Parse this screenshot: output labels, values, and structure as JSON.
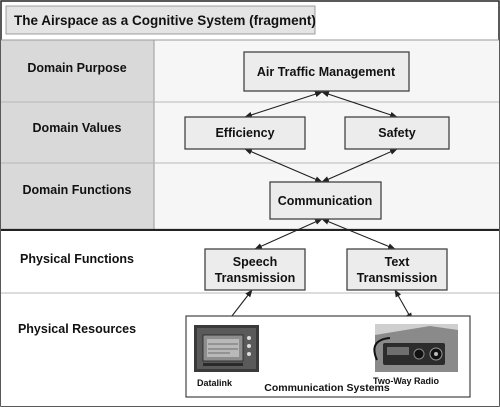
{
  "title": "The Airspace as a Cognitive System (fragment)",
  "levels": [
    {
      "id": "purpose",
      "label": "Domain Purpose"
    },
    {
      "id": "values",
      "label": "Domain Values"
    },
    {
      "id": "functions",
      "label": "Domain Functions"
    },
    {
      "id": "physical_functions",
      "label": "Physical Functions"
    },
    {
      "id": "physical_resources",
      "label": "Physical Resources"
    }
  ],
  "nodes": {
    "atm": {
      "lines": [
        "Air Traffic Management"
      ]
    },
    "efficiency": {
      "lines": [
        "Efficiency"
      ]
    },
    "safety": {
      "lines": [
        "Safety"
      ]
    },
    "communication": {
      "lines": [
        "Communication"
      ]
    },
    "speech": {
      "lines": [
        "Speech",
        "Transmission"
      ]
    },
    "text": {
      "lines": [
        "Text",
        "Transmission"
      ]
    }
  },
  "resources": {
    "datalink": "Datalink",
    "radio": "Two-Way Radio",
    "group": "Communication Systems"
  },
  "links": [
    [
      "atm",
      "efficiency"
    ],
    [
      "atm",
      "safety"
    ],
    [
      "efficiency",
      "communication"
    ],
    [
      "safety",
      "communication"
    ],
    [
      "communication",
      "speech"
    ],
    [
      "communication",
      "text"
    ],
    [
      "speech",
      "datalink"
    ],
    [
      "text",
      "radio"
    ]
  ]
}
